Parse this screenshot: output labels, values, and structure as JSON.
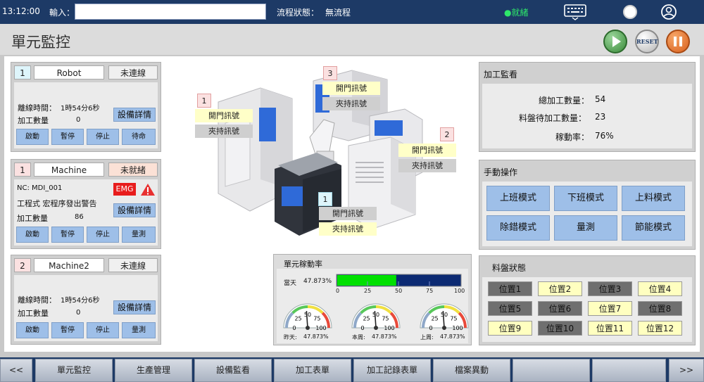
{
  "topbar": {
    "time": "13:12:00",
    "input_label": "輸入：",
    "flow_label": "流程狀態：",
    "flow_value": "無流程",
    "ready": "●就緒"
  },
  "header": {
    "title": "單元監控",
    "reset_label": "RESET"
  },
  "robot_card": {
    "num": "1",
    "name": "Robot",
    "state": "未連線",
    "offline_label": "離線時間：",
    "offline_value": "1時54分6秒",
    "count_label": "加工數量",
    "count_value": "0",
    "detail_label": "設備詳情",
    "buttons": [
      "啟動",
      "暫停",
      "停止",
      "待命"
    ]
  },
  "machine_card": {
    "num": "1",
    "name": "Machine",
    "state": "未就緒",
    "nc": "NC: MDI_001",
    "alarm_text": "工程式 宏程序發出警告",
    "emg": "EMG",
    "count_label": "加工數量",
    "count_value": "86",
    "detail_label": "設備詳情",
    "buttons": [
      "啟動",
      "暫停",
      "停止",
      "量測"
    ]
  },
  "machine2_card": {
    "num": "2",
    "name": "Machine2",
    "state": "未連線",
    "offline_label": "離線時間：",
    "offline_value": "1時54分6秒",
    "count_label": "加工數量",
    "count_value": "0",
    "detail_label": "設備詳情",
    "buttons": [
      "啟動",
      "暫停",
      "停止",
      "量測"
    ]
  },
  "scene": {
    "m1": {
      "num": "1",
      "door": "開門訊號",
      "clamp": "夾持訊號"
    },
    "m3": {
      "num": "3",
      "door": "開門訊號",
      "clamp": "夾持訊號"
    },
    "m2": {
      "num": "2",
      "door": "開門訊號",
      "clamp": "夾持訊號"
    },
    "robot": {
      "num": "1",
      "door": "開門訊號",
      "clamp": "夾持訊號"
    }
  },
  "utilization": {
    "title": "單元稼動率",
    "today_label": "當天",
    "today_value": "47.873%",
    "today_fraction": 0.47873,
    "scale": [
      "0",
      "25",
      "50",
      "75",
      "100"
    ],
    "gauges": [
      {
        "label": "昨天:",
        "value": "47.873%",
        "fraction": 0.47873
      },
      {
        "label": "本周:",
        "value": "47.873%",
        "fraction": 0.47873
      },
      {
        "label": "上周:",
        "value": "47.873%",
        "fraction": 0.47873
      }
    ],
    "gauge_ticks": [
      "0",
      "25",
      "50",
      "75",
      "100"
    ]
  },
  "processing": {
    "title": "加工監看",
    "total_label": "總加工數量：",
    "total_value": "54",
    "tray_label": "料盤待加工數量：",
    "tray_value": "23",
    "rate_label": "稼動率：",
    "rate_value": "76%"
  },
  "manual": {
    "title": "手動操作",
    "buttons": [
      "上班模式",
      "下班模式",
      "上料模式",
      "除錯模式",
      "量測",
      "節能模式"
    ]
  },
  "tray": {
    "title": "料盤狀態",
    "positions": [
      {
        "label": "位置1",
        "state": "empty"
      },
      {
        "label": "位置2",
        "state": "filled"
      },
      {
        "label": "位置3",
        "state": "empty"
      },
      {
        "label": "位置4",
        "state": "filled"
      },
      {
        "label": "位置5",
        "state": "empty"
      },
      {
        "label": "位置6",
        "state": "empty"
      },
      {
        "label": "位置7",
        "state": "filled"
      },
      {
        "label": "位置8",
        "state": "empty"
      },
      {
        "label": "位置9",
        "state": "filled"
      },
      {
        "label": "位置10",
        "state": "empty"
      },
      {
        "label": "位置11",
        "state": "filled"
      },
      {
        "label": "位置12",
        "state": "filled"
      }
    ]
  },
  "nav": {
    "prev": "<<",
    "next": ">>",
    "items": [
      "單元監控",
      "生產管理",
      "設備監看",
      "加工表單",
      "加工記錄表單",
      "檔案異動",
      "",
      ""
    ]
  },
  "colors": {
    "topbar": "#1d3a66",
    "button_blue": "#9ebfe8",
    "progress_green": "#00e000",
    "tray_filled": "#ffffc0",
    "tray_empty": "#6f6f6f",
    "emg_red": "#e81c1c"
  }
}
